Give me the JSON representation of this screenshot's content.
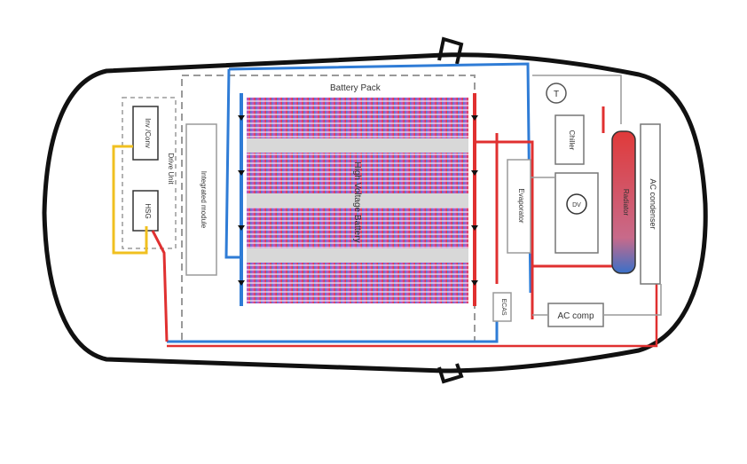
{
  "labels": {
    "battery_pack": "Battery Pack",
    "high_voltage_battery": "High Voltage Battery",
    "inv_conv": "Inv /Conv",
    "drive_unit": "Drive Unit",
    "hsg": "HSG",
    "integrated_module": "Integrated module",
    "evaporator": "Evaporator",
    "chiller": "Chiller",
    "ac_condenser": "AC condenser",
    "radiator": "Radiator",
    "ac_comp": "AC comp",
    "ecas": "ECAS",
    "temp_sensor": "T",
    "valve": "DV"
  },
  "colors": {
    "hot": "#e03030",
    "cold": "#2f7cd6",
    "aux": "#f0c020",
    "body": "#111111",
    "frame": "#9a9a9a"
  }
}
